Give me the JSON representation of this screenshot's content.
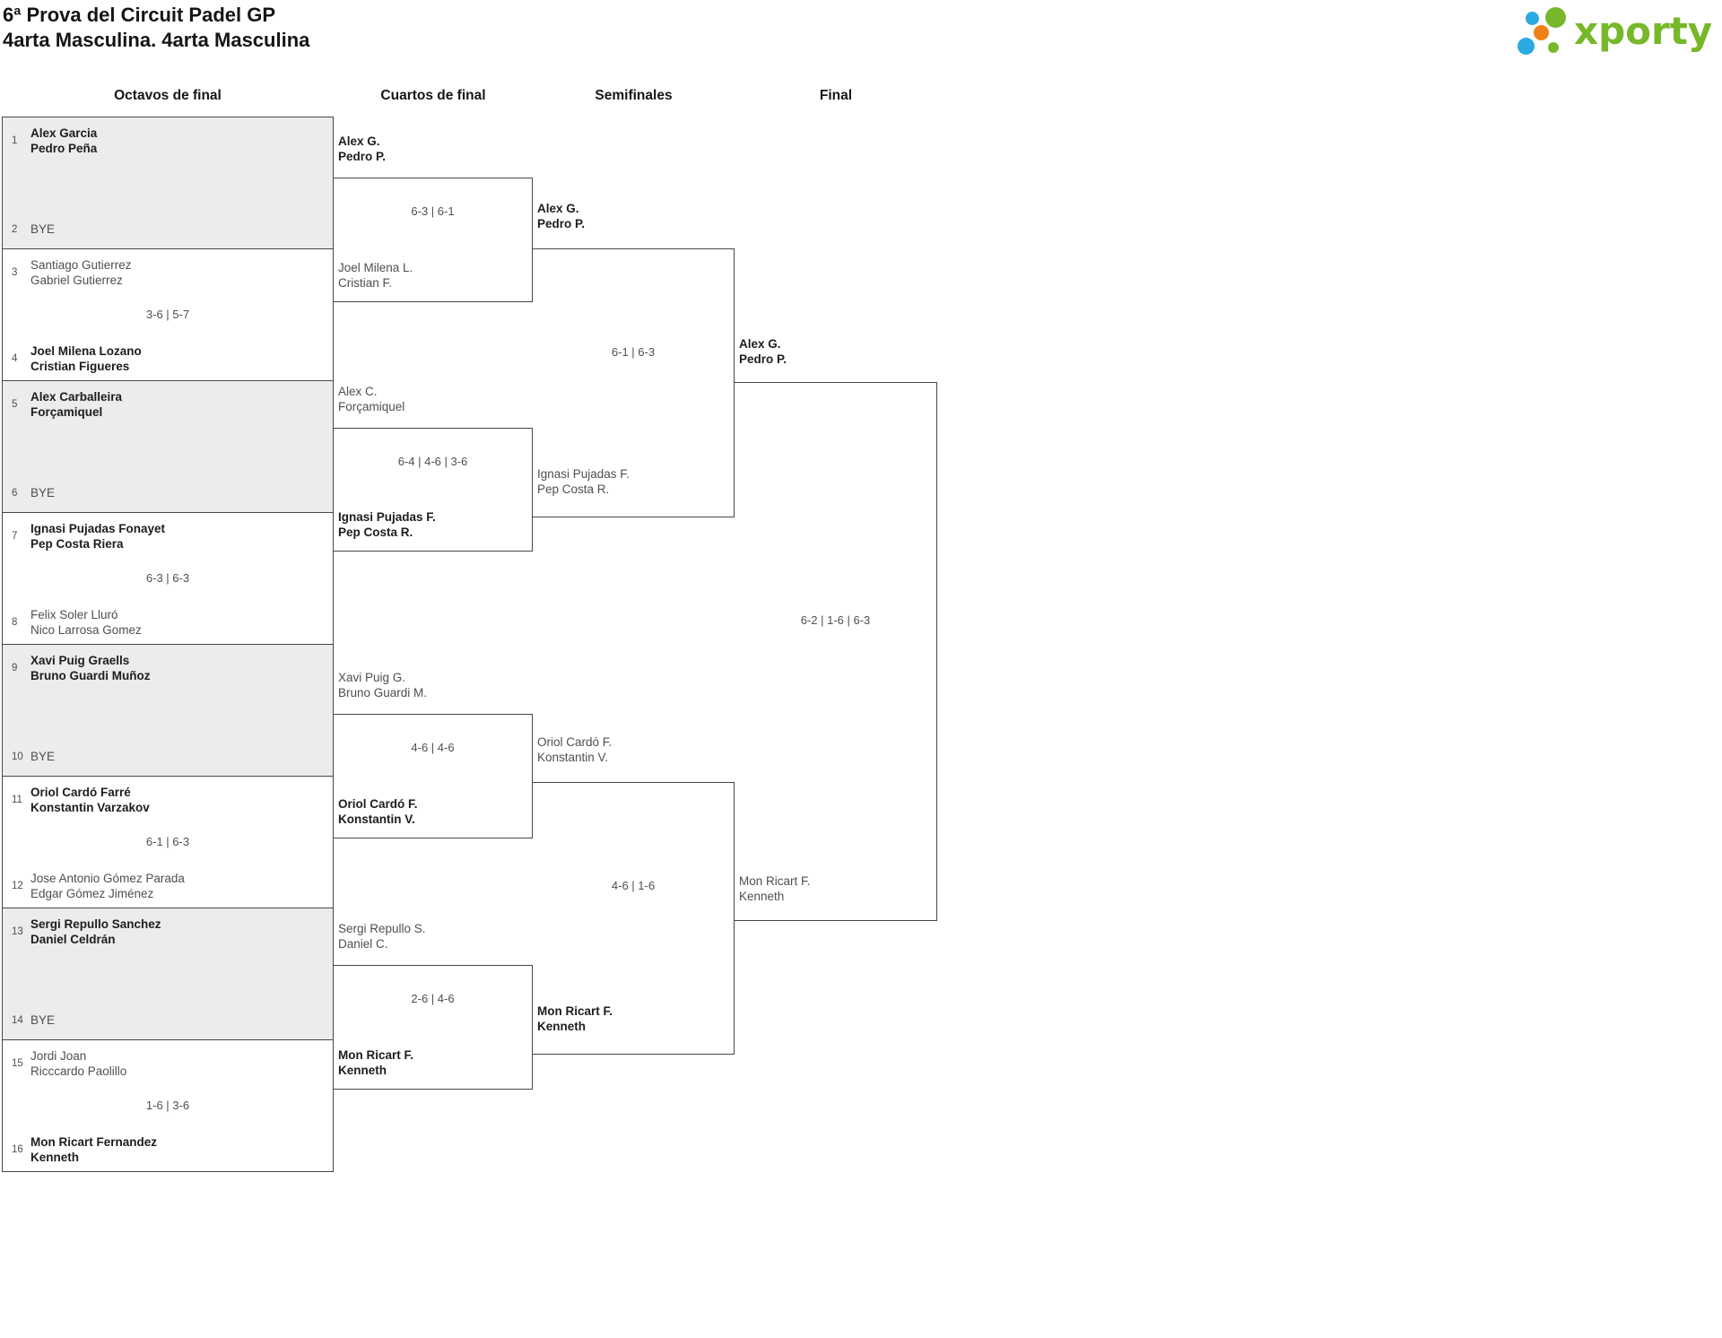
{
  "header": {
    "title_line1": "6ª Prova del Circuit Padel GP",
    "title_line2": "4arta Masculina. 4arta Masculina",
    "logo_text": "xporty"
  },
  "colors": {
    "border": "#474747",
    "bye_bg": "#ececec",
    "text_dark": "#1d1d1d",
    "text_gray": "#4f4f4f",
    "logo_green": "#76b82a",
    "logo_blue": "#2ba9e1",
    "logo_orange": "#ef8018"
  },
  "rounds": [
    "Octavos de final",
    "Cuartos de final",
    "Semifinales",
    "Final"
  ],
  "round_of_16": [
    {
      "bye": true,
      "score": "",
      "top": {
        "seed": "1",
        "lines": [
          "Alex Garcia",
          "Pedro Peña"
        ],
        "winner": true
      },
      "bottom": {
        "seed": "2",
        "lines": [
          "BYE"
        ],
        "winner": false
      }
    },
    {
      "bye": false,
      "score": "3-6 | 5-7",
      "top": {
        "seed": "3",
        "lines": [
          "Santiago Gutierrez",
          "Gabriel Gutierrez"
        ],
        "winner": false
      },
      "bottom": {
        "seed": "4",
        "lines": [
          "Joel Milena Lozano",
          "Cristian Figueres"
        ],
        "winner": true
      }
    },
    {
      "bye": true,
      "score": "",
      "top": {
        "seed": "5",
        "lines": [
          "Alex Carballeira",
          "Forçamiquel"
        ],
        "winner": true
      },
      "bottom": {
        "seed": "6",
        "lines": [
          "BYE"
        ],
        "winner": false
      }
    },
    {
      "bye": false,
      "score": "6-3 | 6-3",
      "top": {
        "seed": "7",
        "lines": [
          "Ignasi Pujadas Fonayet",
          "Pep Costa Riera"
        ],
        "winner": true
      },
      "bottom": {
        "seed": "8",
        "lines": [
          "Felix Soler Lluró",
          "Nico Larrosa Gomez"
        ],
        "winner": false
      }
    },
    {
      "bye": true,
      "score": "",
      "top": {
        "seed": "9",
        "lines": [
          "Xavi Puig Graells",
          "Bruno Guardi Muñoz"
        ],
        "winner": true
      },
      "bottom": {
        "seed": "10",
        "lines": [
          "BYE"
        ],
        "winner": false
      }
    },
    {
      "bye": false,
      "score": "6-1 | 6-3",
      "top": {
        "seed": "11",
        "lines": [
          "Oriol Cardó Farré",
          "Konstantin Varzakov"
        ],
        "winner": true
      },
      "bottom": {
        "seed": "12",
        "lines": [
          "Jose Antonio Gómez Parada",
          "Edgar Gómez Jiménez"
        ],
        "winner": false
      }
    },
    {
      "bye": true,
      "score": "",
      "top": {
        "seed": "13",
        "lines": [
          "Sergi Repullo Sanchez",
          "Daniel Celdrán"
        ],
        "winner": true
      },
      "bottom": {
        "seed": "14",
        "lines": [
          "BYE"
        ],
        "winner": false
      }
    },
    {
      "bye": false,
      "score": "1-6 | 3-6",
      "top": {
        "seed": "15",
        "lines": [
          "Jordi Joan",
          "Ricccardo Paolillo"
        ],
        "winner": false
      },
      "bottom": {
        "seed": "16",
        "lines": [
          "Mon Ricart Fernandez",
          "Kenneth"
        ],
        "winner": true
      }
    }
  ],
  "quarterfinals": [
    {
      "score": "6-3 | 6-1",
      "top": {
        "lines": [
          "Alex G.",
          "Pedro P."
        ],
        "winner": true
      },
      "bottom": {
        "lines": [
          "Joel Milena L.",
          "Cristian F."
        ],
        "winner": false
      }
    },
    {
      "score": "6-4 | 4-6 | 3-6",
      "top": {
        "lines": [
          "Alex C.",
          "Forçamiquel"
        ],
        "winner": false
      },
      "bottom": {
        "lines": [
          "Ignasi Pujadas F.",
          "Pep Costa R."
        ],
        "winner": true
      }
    },
    {
      "score": "4-6 | 4-6",
      "top": {
        "lines": [
          "Xavi Puig G.",
          "Bruno Guardi M."
        ],
        "winner": false
      },
      "bottom": {
        "lines": [
          "Oriol Cardó F.",
          "Konstantin V."
        ],
        "winner": true
      }
    },
    {
      "score": "2-6 | 4-6",
      "top": {
        "lines": [
          "Sergi Repullo S.",
          "Daniel C."
        ],
        "winner": false
      },
      "bottom": {
        "lines": [
          "Mon Ricart F.",
          "Kenneth"
        ],
        "winner": true
      }
    }
  ],
  "semifinals": [
    {
      "score": "6-1 | 6-3",
      "top": {
        "lines": [
          "Alex G.",
          "Pedro P."
        ],
        "winner": true
      },
      "bottom": {
        "lines": [
          "Ignasi Pujadas F.",
          "Pep Costa R."
        ],
        "winner": false
      }
    },
    {
      "score": "4-6 | 1-6",
      "top": {
        "lines": [
          "Oriol Cardó F.",
          "Konstantin V."
        ],
        "winner": false
      },
      "bottom": {
        "lines": [
          "Mon Ricart F.",
          "Kenneth"
        ],
        "winner": true
      }
    }
  ],
  "final": [
    {
      "score": "6-2 | 1-6 | 6-3",
      "top": {
        "lines": [
          "Alex G.",
          "Pedro P."
        ],
        "winner": true
      },
      "bottom": {
        "lines": [
          "Mon Ricart F.",
          "Kenneth"
        ],
        "winner": false
      }
    }
  ]
}
